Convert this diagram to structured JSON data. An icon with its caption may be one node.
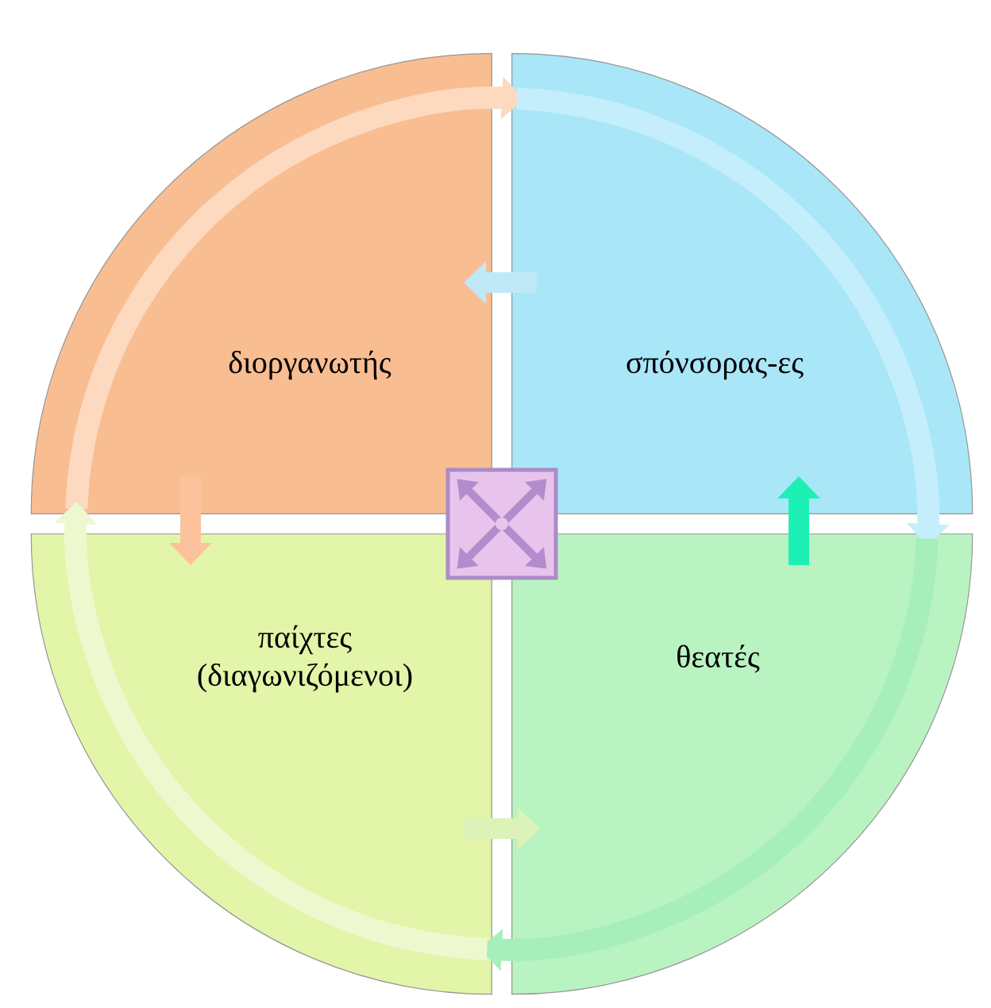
{
  "diagram": {
    "nodes": [
      {
        "text": [
          "διοργανωτής"
        ]
      },
      {
        "text": [
          "σπόνσορας-ες"
        ]
      },
      {
        "text": [
          "θεατές"
        ]
      },
      {
        "text": [
          "παίχτες (διαγωνιζόμενοι)"
        ]
      }
    ],
    "edges": [
      {
        "from": 0,
        "to": 1,
        "arrow": "to",
        "color": "#fcd9bf"
      },
      {
        "from": 1,
        "to": 2,
        "arrow": "to",
        "color": "#c4eefb"
      },
      {
        "from": 2,
        "to": 3,
        "arrow": "to",
        "color": "#a6efba"
      },
      {
        "from": 3,
        "to": 0,
        "arrow": "to",
        "color": "#eef8cf"
      },
      {
        "from": 1,
        "to": 0,
        "arrow": "to",
        "color": "#bfe9f7"
      },
      {
        "from": 0,
        "to": 3,
        "arrow": "to",
        "color": "#fbc29c"
      },
      {
        "from": 3,
        "to": 2,
        "arrow": "to",
        "color": "#dcf2b8"
      },
      {
        "from": 2,
        "to": 1,
        "arrow": "to",
        "color": "#1df0b4"
      }
    ]
  }
}
